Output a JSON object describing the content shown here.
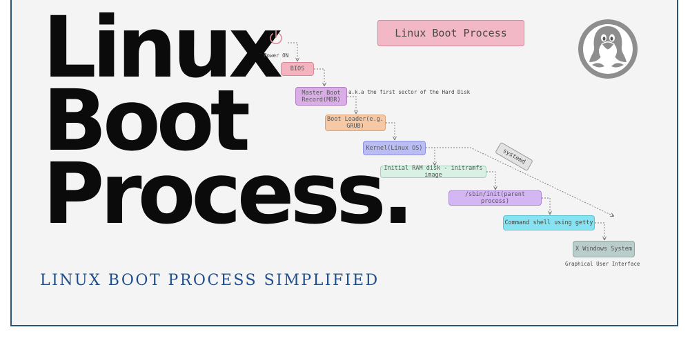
{
  "title_lines": [
    "Linux",
    "Boot",
    "Process."
  ],
  "subtitle": "LINUX BOOT PROCESS SIMPLIFIED",
  "diagram": {
    "title": "Linux Boot Process",
    "power_label": "Power ON",
    "steps": {
      "bios": "BIOS",
      "mbr_line1": "Master Boot",
      "mbr_line2": "Record(MBR)",
      "bootloader_line1": "Boot Loader(e.g.",
      "bootloader_line2": "GRUB)",
      "kernel": "Kernel(Linux OS)",
      "initramfs": "Initial RAM disk - initramfs image",
      "init": "/sbin/init(parent process)",
      "shell": "Command shell using getty",
      "xwindows": "X Windows System"
    },
    "mbr_note": "a.k.a the first sector of the Hard Disk",
    "systemd_label": "systemd",
    "gui_label": "Graphical User Interface"
  },
  "colors": {
    "border": "#2b5277",
    "subtitle": "#1e4f8c",
    "bios": "#f3b3bf",
    "mbr": "#d9aee6",
    "bootloader": "#f5c9a6",
    "kernel": "#b9bdf3",
    "initramfs": "#d9f0e4",
    "init": "#d3b6f2",
    "shell": "#86e4f2",
    "xwindows": "#b9cdcb"
  },
  "icons": {
    "power": "power-icon",
    "logo": "tux-penguin-logo"
  }
}
